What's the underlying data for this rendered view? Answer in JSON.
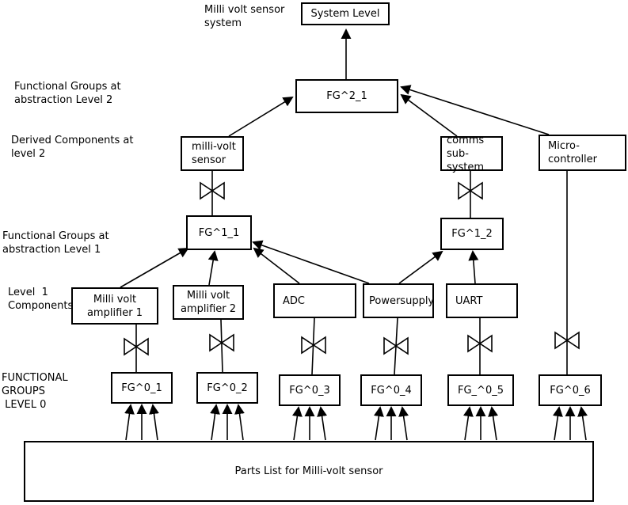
{
  "colors": {
    "ink": "#000000",
    "background": "#ffffff"
  },
  "labels": {
    "system_caption": {
      "line1": "Milli volt sensor",
      "line2": "system"
    },
    "fg_level2": {
      "line1": "Functional Groups at",
      "line2": "abstraction Level 2"
    },
    "derived_level2": {
      "line1": "Derived Components at",
      "line2": "level 2"
    },
    "fg_level1": {
      "line1": "Functional Groups at",
      "line2": "abstraction Level 1"
    },
    "level1_components": {
      "line1": "Level  1",
      "line2": "Components"
    },
    "fg_level0": {
      "line1": "FUNCTIONAL",
      "line2": "GROUPS",
      "line3": " LEVEL 0"
    }
  },
  "nodes": {
    "system_level": "System Level",
    "fg2_1": "FG^2_1",
    "millivolt_sensor": {
      "line1": "milli-volt",
      "line2": "sensor"
    },
    "comms": {
      "line1": "comms",
      "line2": "sub-system"
    },
    "micro": {
      "line1": "Micro-",
      "line2": "controller"
    },
    "fg1_1": "FG^1_1",
    "fg1_2": "FG^1_2",
    "amp1": {
      "line1": "Milli volt",
      "line2": "amplifier 1"
    },
    "amp2": {
      "line1": "Milli volt",
      "line2": "amplifier 2"
    },
    "adc": "ADC",
    "powersupply": "Powersupply",
    "uart": "UART",
    "fg0_1": "FG^0_1",
    "fg0_2": "FG^0_2",
    "fg0_3": "FG^0_3",
    "fg0_4": "FG^0_4",
    "fg0_5": "FG_^0_5",
    "fg0_6": "FG^0_6",
    "parts_list": "Parts List for Milli-volt sensor"
  }
}
